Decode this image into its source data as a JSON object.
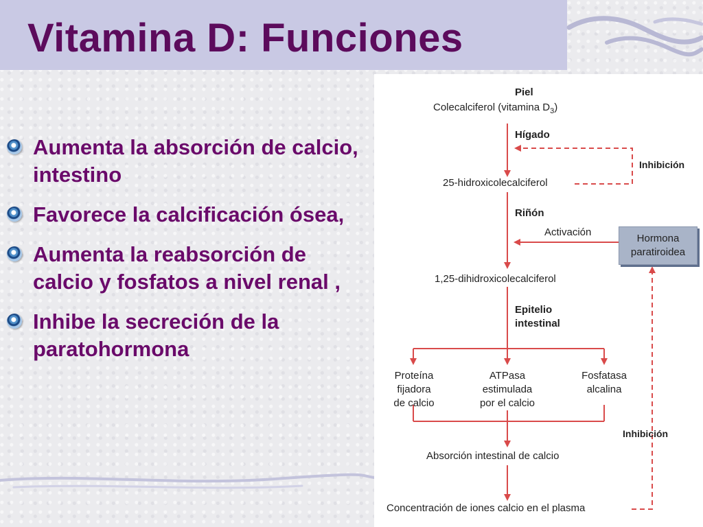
{
  "title": "Vitamina D: Funciones",
  "bullets": [
    "Aumenta la absorción de calcio, intestino",
    "Favorece la calcificación ósea,",
    "Aumenta la reabsorción de calcio y fosfatos  a nivel  renal ,",
    "Inhibe la secreción de la paratohormona"
  ],
  "diagram": {
    "piel": "Piel",
    "colecalciferol": "Colecalciferol (vitamina D",
    "d3_subscript": "3",
    "d3_close": ")",
    "higado": "Hígado",
    "hidroxi25": "25-hidroxicolecalciferol",
    "inhibicion_top": "Inhibición",
    "rinon": "Riñón",
    "activacion": "Activación",
    "hormona_line1": "Hormona",
    "hormona_line2": "paratiroidea",
    "dihidroxi": "1,25-dihidroxicolecalciferol",
    "epitelio_line1": "Epitelio",
    "epitelio_line2": "intestinal",
    "proteina": [
      "Proteína",
      "fijadora",
      "de calcio"
    ],
    "atpasa": [
      "ATPasa",
      "estimulada",
      "por el calcio"
    ],
    "fosfatasa": [
      "Fosfatasa",
      "alcalina"
    ],
    "inhibicion_bottom": "Inhibición",
    "absorcion": "Absorción intestinal de calcio",
    "concentracion": "Concentración de iones calcio en el plasma"
  },
  "colors": {
    "title": "#5c0b5c",
    "bullet_text": "#6a0a6a",
    "title_bar": "#c9c9e4",
    "arrow": "#d94a4a",
    "hormone_box": "#a9b4c8"
  }
}
